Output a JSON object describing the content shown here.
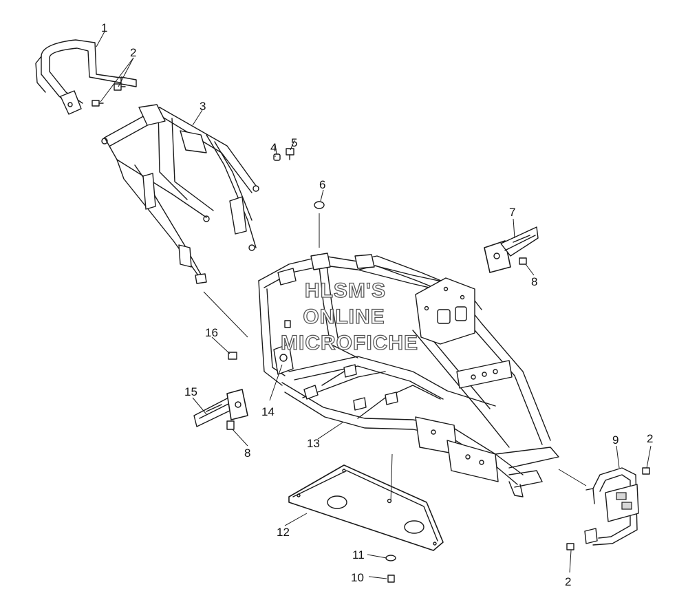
{
  "watermark": {
    "lines": [
      "HLSM'S",
      "ONLINE",
      "MICROFICHE"
    ],
    "stroke_color": "#555555"
  },
  "callouts": {
    "c1": "1",
    "c2a": "2",
    "c2b": "2",
    "c2c": "2",
    "c3": "3",
    "c4": "4",
    "c5": "5",
    "c6": "6",
    "c7": "7",
    "c8a": "8",
    "c8b": "8",
    "c9": "9",
    "c10": "10",
    "c11": "11",
    "c12": "12",
    "c13": "13",
    "c14": "14",
    "c15": "15",
    "c16": "16"
  },
  "colors": {
    "line": "#1a1a1a",
    "background": "#ffffff"
  }
}
